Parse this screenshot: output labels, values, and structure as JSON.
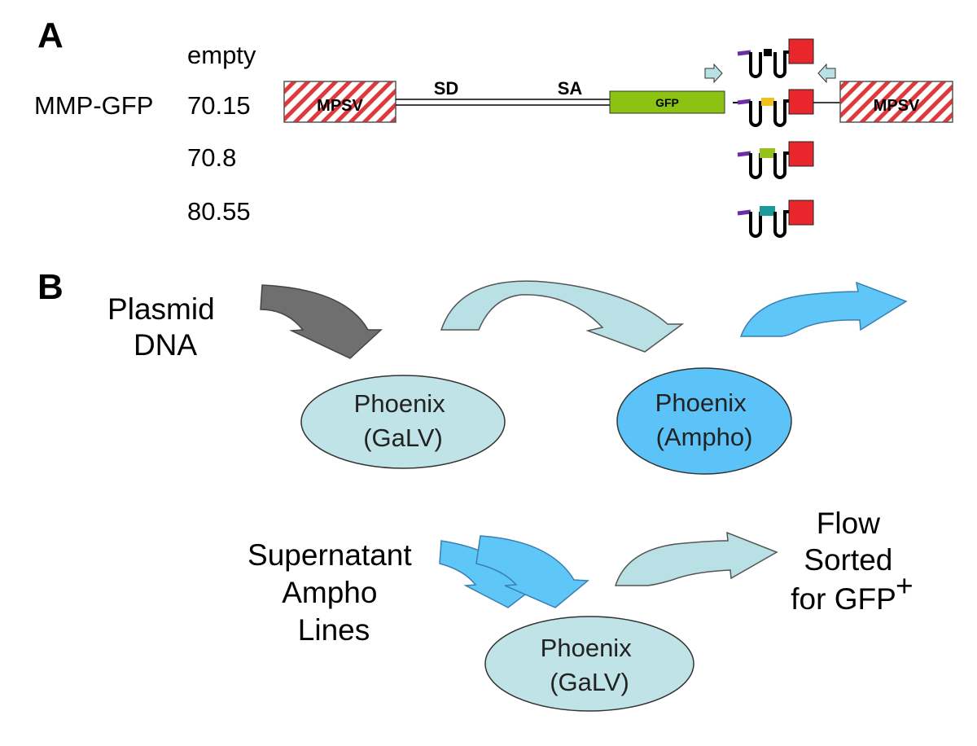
{
  "panels": {
    "a": "A",
    "b": "B"
  },
  "panel_a": {
    "construct_name": "MMP-GFP",
    "rows": [
      "empty",
      "70.15",
      "70.8",
      "80.55"
    ],
    "promoter_left": "MPSV",
    "promoter_right": "MPSV",
    "splice_donor": "SD",
    "splice_acceptor": "SA",
    "reporter": "GFP"
  },
  "panel_b": {
    "plasmid": [
      "Plasmid",
      "DNA"
    ],
    "phoenix_galv_top": [
      "Phoenix",
      "(GaLV)"
    ],
    "phoenix_ampho": [
      "Phoenix",
      "(Ampho)"
    ],
    "supernatant": [
      "Supernatant",
      "Ampho",
      "Lines"
    ],
    "phoenix_galv_bottom": [
      "Phoenix",
      "(GaLV)"
    ],
    "flow": [
      "Flow",
      "Sorted",
      "for GFP"
    ],
    "flow_superscript": "+"
  },
  "colors": {
    "promoter_stripe": "#e0393d",
    "gfp_box": "#8cc312",
    "light_arrow": "#b9e0e4",
    "blue_arrow": "#5fc6f8",
    "dark_arrow": "#6f6f6f",
    "ellipse_light": "#bfe3e6",
    "ellipse_blue": "#5cc3f8",
    "red_tag": "#e8262b",
    "purple_tag": "#6a2fa6",
    "insert_colors": [
      "#000000",
      "#f0c020",
      "#95c11f",
      "#1a9b9b"
    ]
  }
}
